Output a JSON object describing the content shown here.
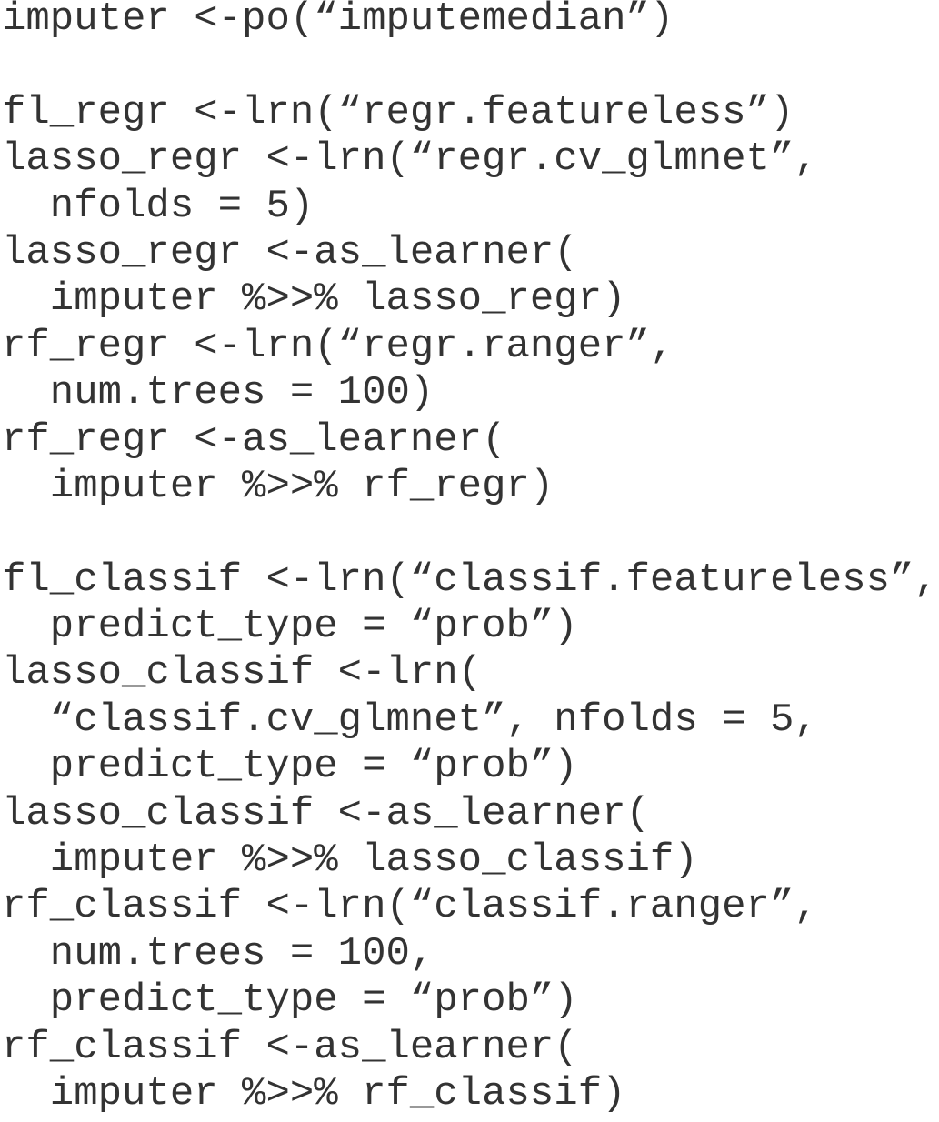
{
  "code_lines": [
    "imputer <-po(“imputemedian”)",
    "",
    "fl_regr <-lrn(“regr.featureless”)",
    "lasso_regr <-lrn(“regr.cv_glmnet”,",
    "  nfolds = 5)",
    "lasso_regr <-as_learner(",
    "  imputer %>>% lasso_regr)",
    "rf_regr <-lrn(“regr.ranger”,",
    "  num.trees = 100)",
    "rf_regr <-as_learner(",
    "  imputer %>>% rf_regr)",
    "",
    "fl_classif <-lrn(“classif.featureless”,",
    "  predict_type = “prob”)",
    "lasso_classif <-lrn(",
    "  “classif.cv_glmnet”, nfolds = 5,",
    "  predict_type = “prob”)",
    "lasso_classif <-as_learner(",
    "  imputer %>>% lasso_classif)",
    "rf_classif <-lrn(“classif.ranger”,",
    "  num.trees = 100,",
    "  predict_type = “prob”)",
    "rf_classif <-as_learner(",
    "  imputer %>>% rf_classif)"
  ]
}
